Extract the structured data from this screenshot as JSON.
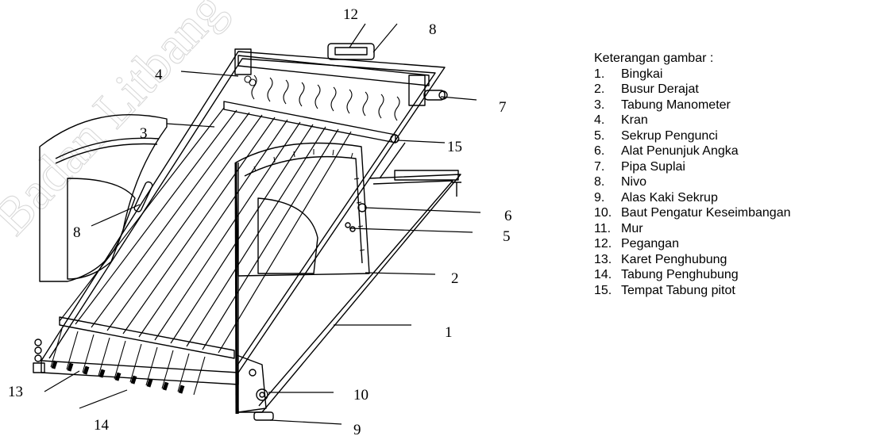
{
  "watermark": "Badan Litbang",
  "callouts": [
    {
      "id": "12",
      "text": "12"
    },
    {
      "id": "8-top",
      "text": "8"
    },
    {
      "id": "4",
      "text": "4"
    },
    {
      "id": "7",
      "text": "7"
    },
    {
      "id": "3",
      "text": "3"
    },
    {
      "id": "15",
      "text": "15"
    },
    {
      "id": "8-left",
      "text": "8"
    },
    {
      "id": "6",
      "text": "6"
    },
    {
      "id": "5",
      "text": "5"
    },
    {
      "id": "2",
      "text": "2"
    },
    {
      "id": "1",
      "text": "1"
    },
    {
      "id": "10",
      "text": "10"
    },
    {
      "id": "13",
      "text": "13"
    },
    {
      "id": "14",
      "text": "14"
    },
    {
      "id": "9",
      "text": "9"
    }
  ],
  "legend": {
    "title": "Keterangan gambar :",
    "items": [
      {
        "num": "1.",
        "label": "Bingkai"
      },
      {
        "num": "2.",
        "label": "Busur Derajat"
      },
      {
        "num": "3.",
        "label": "Tabung Manometer"
      },
      {
        "num": "4.",
        "label": "Kran"
      },
      {
        "num": "5.",
        "label": "Sekrup Pengunci"
      },
      {
        "num": "6.",
        "label": "Alat Penunjuk Angka"
      },
      {
        "num": "7.",
        "label": "Pipa Suplai"
      },
      {
        "num": "8.",
        "label": "Nivo"
      },
      {
        "num": "9.",
        "label": "Alas Kaki Sekrup"
      },
      {
        "num": "10.",
        "label": "Baut Pengatur Keseimbangan"
      },
      {
        "num": "11.",
        "label": "Mur"
      },
      {
        "num": "12.",
        "label": "Pegangan"
      },
      {
        "num": "13.",
        "label": "Karet Penghubung"
      },
      {
        "num": "14.",
        "label": "Tabung Penghubung"
      },
      {
        "num": "15.",
        "label": "Tempat Tabung pitot"
      }
    ]
  }
}
